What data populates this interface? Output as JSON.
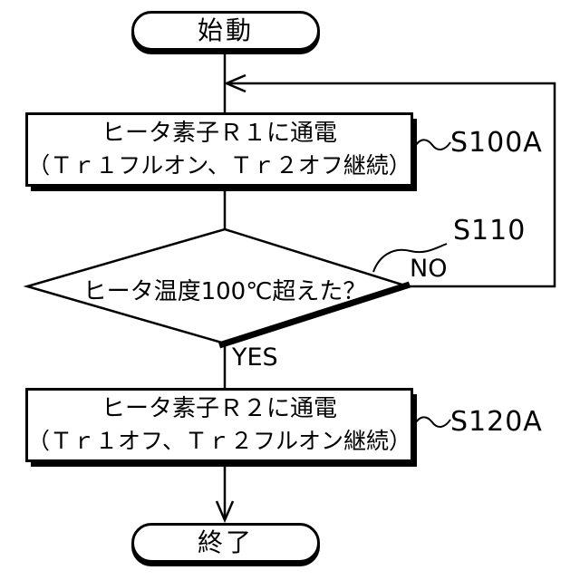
{
  "figure_type": "flowchart",
  "colors": {
    "line": "#000000",
    "background": "#ffffff"
  },
  "flowchart": {
    "start": {
      "label": "始動"
    },
    "step_s100a": {
      "line1": "ヒータ素子Ｒ１に通電",
      "line2": "（Ｔｒ１フルオン、Ｔｒ２オフ継続）",
      "step_id": "S100A"
    },
    "decision_s110": {
      "question": "ヒータ温度100℃超えた？",
      "step_id": "S110",
      "branch_no": "NO",
      "branch_yes": "YES"
    },
    "step_s120a": {
      "line1": "ヒータ素子Ｒ２に通電",
      "line2": "（Ｔｒ１オフ、Ｔｒ２フルオン継続）",
      "step_id": "S120A"
    },
    "end": {
      "label": "終了"
    }
  }
}
